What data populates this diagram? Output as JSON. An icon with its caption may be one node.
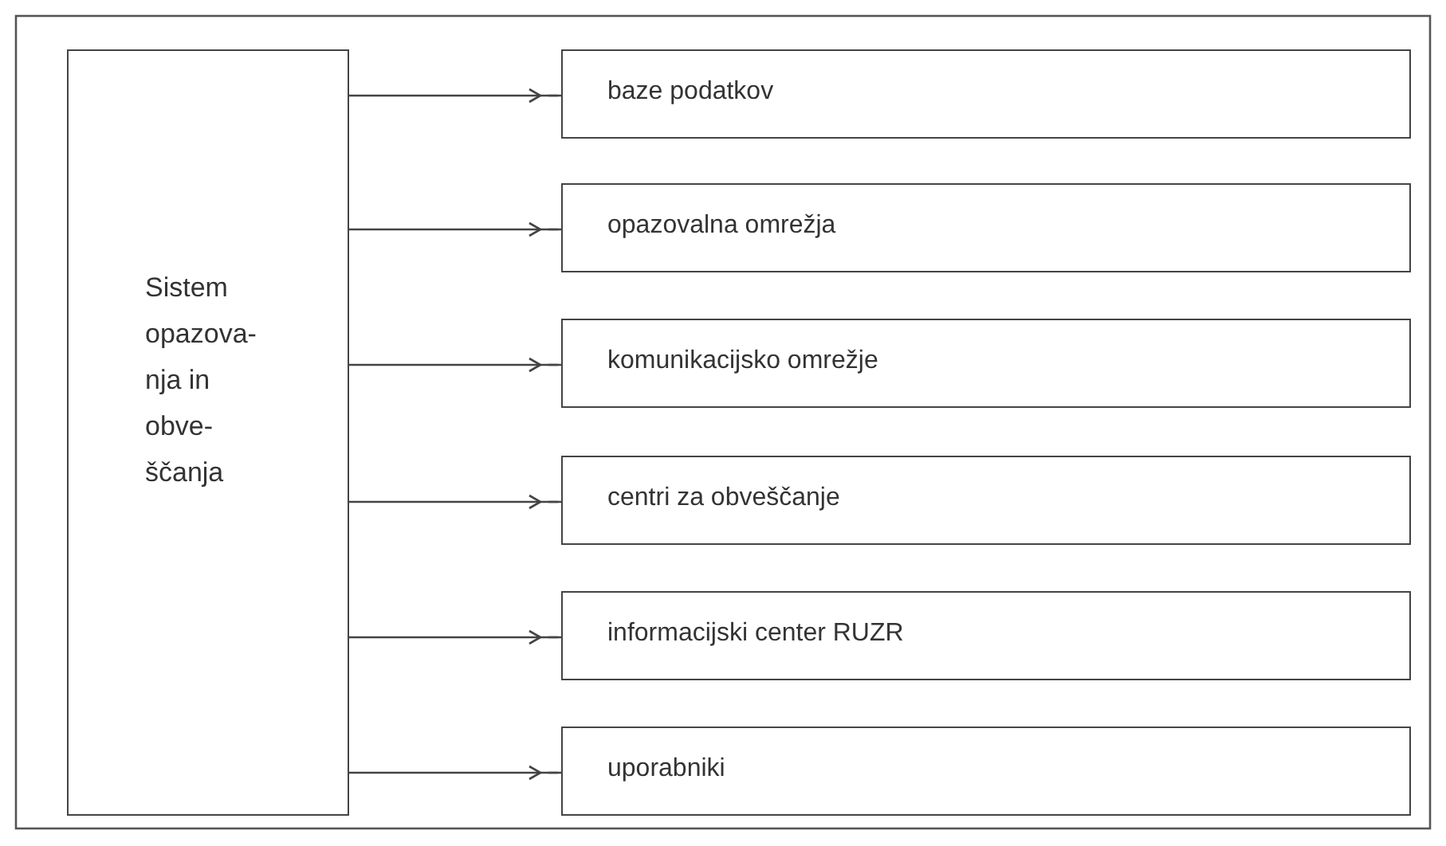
{
  "diagram": {
    "nodes": [
      {
        "text": [
          "Sistem opazova- nja in obve- ščanja"
        ]
      },
      {
        "text": [
          "baze podatkov"
        ]
      },
      {
        "text": [
          "opazovalna omrežja"
        ]
      },
      {
        "text": [
          "komunikacijsko omrežje"
        ]
      },
      {
        "text": [
          "centri za obveščanje"
        ]
      },
      {
        "text": [
          "informacijski center RUZR"
        ]
      },
      {
        "text": [
          "uporabniki"
        ]
      }
    ],
    "edges": [
      {
        "from": 0,
        "to": 1,
        "arrow": "to"
      },
      {
        "from": 0,
        "to": 2,
        "arrow": "to"
      },
      {
        "from": 0,
        "to": 3,
        "arrow": "to"
      },
      {
        "from": 0,
        "to": 4,
        "arrow": "to"
      },
      {
        "from": 0,
        "to": 5,
        "arrow": "to"
      },
      {
        "from": 0,
        "to": 6,
        "arrow": "to"
      }
    ]
  }
}
